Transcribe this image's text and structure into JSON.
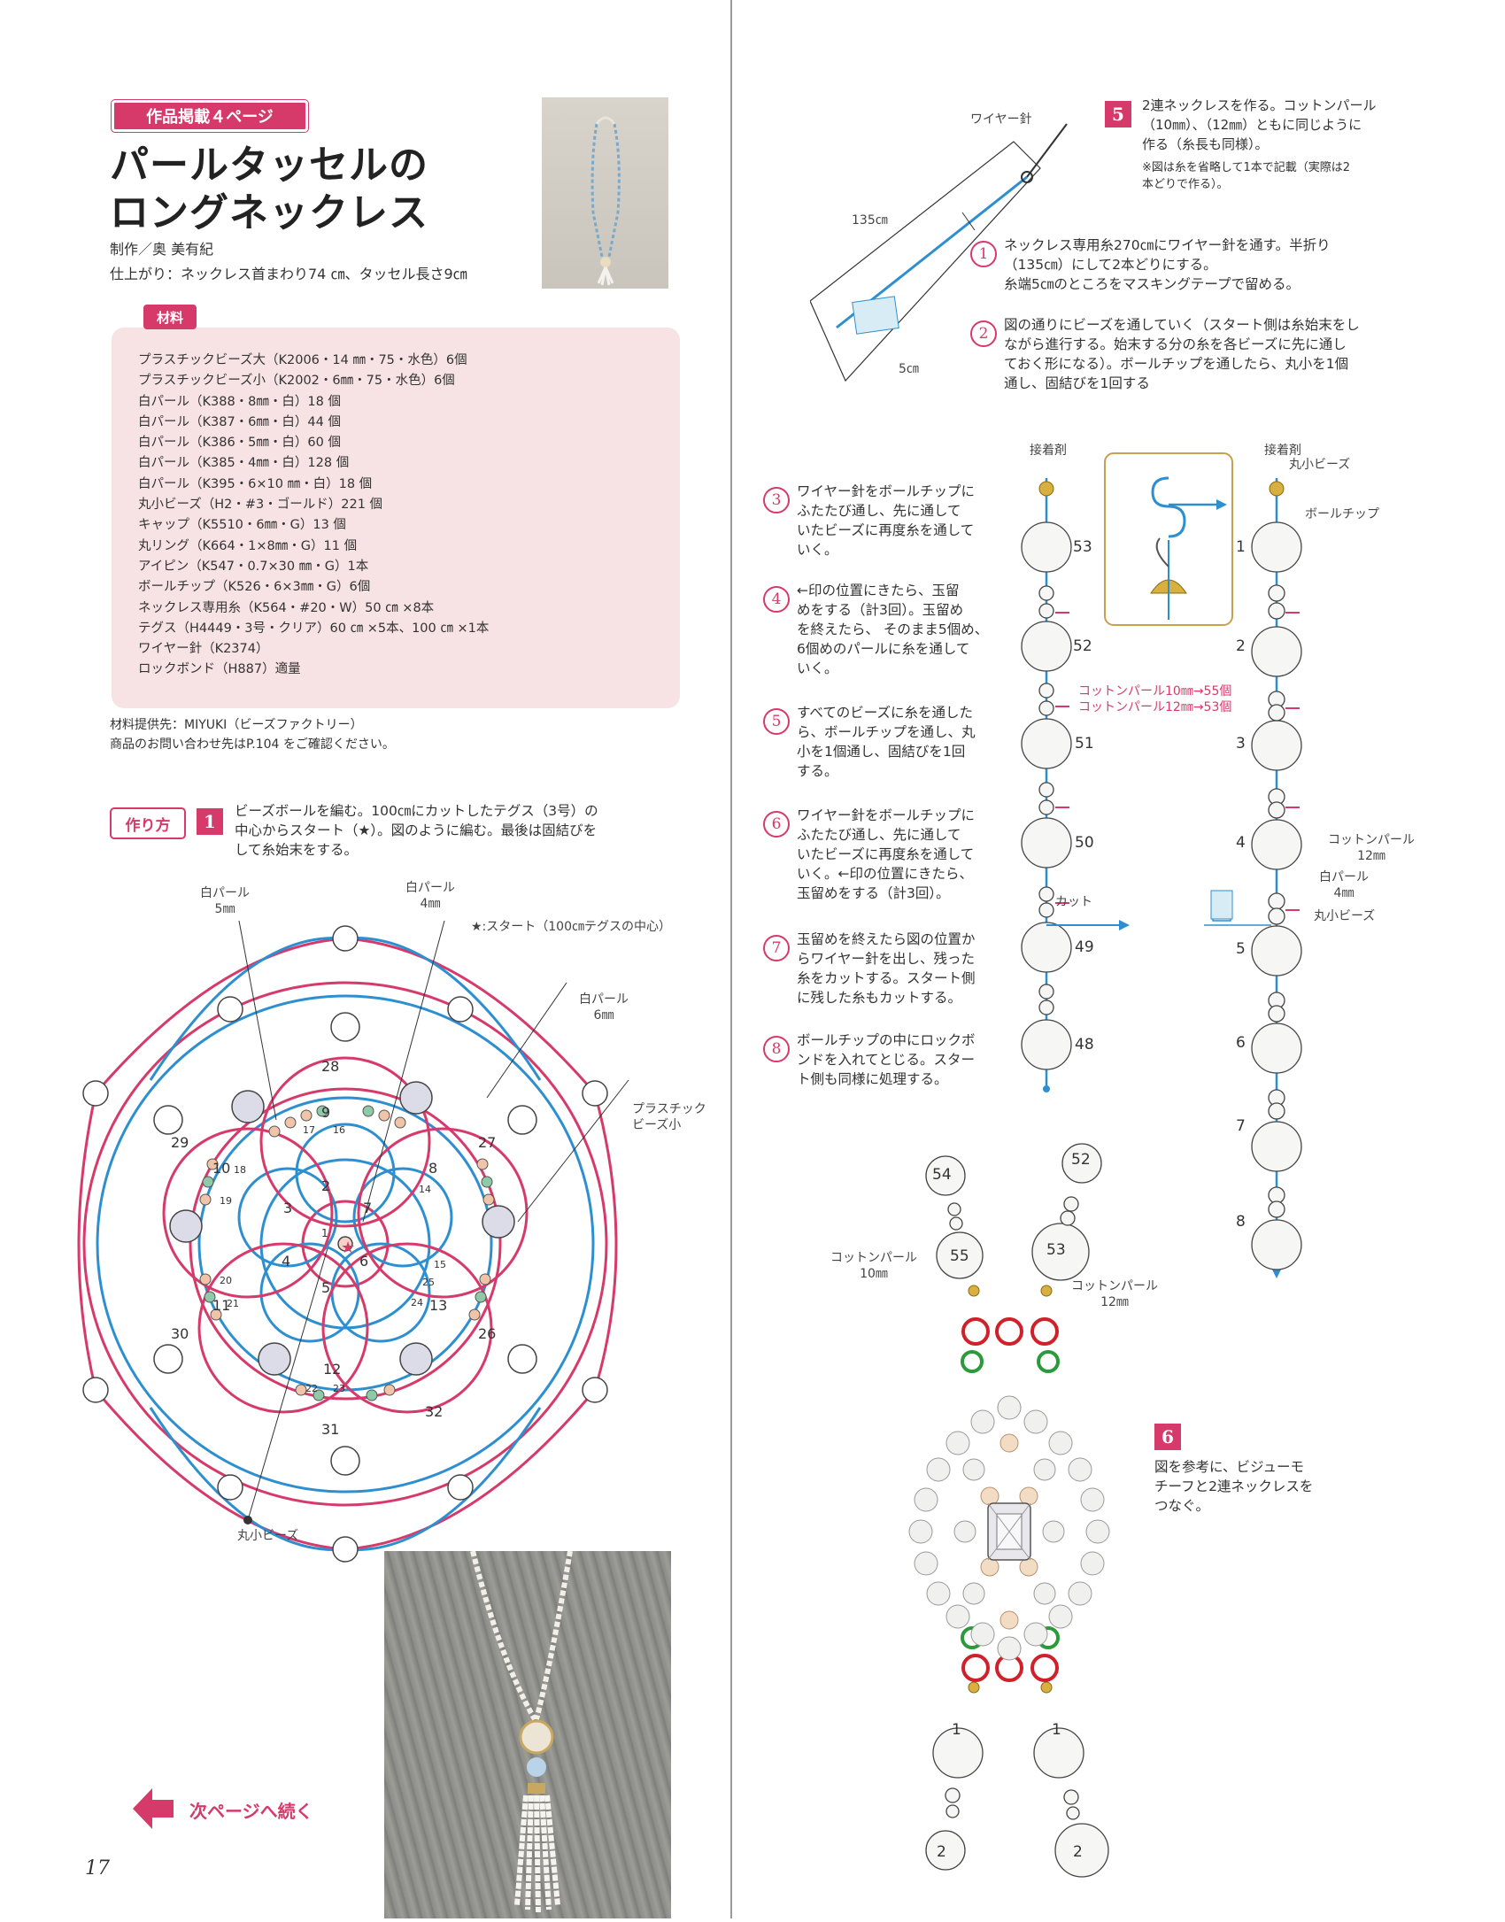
{
  "header": {
    "tag": "作品掲載４ページ",
    "title_line1": "パールタッセルの",
    "title_line2": "ロングネックレス",
    "credit": "制作／奥 美有紀",
    "finish": "仕上がり：ネックレス首まわり74 ㎝、タッセル長さ9㎝"
  },
  "materials": {
    "label": "材料",
    "items": [
      "プラスチックビーズ大（K2006・14 ㎜・75・水色）6個",
      "プラスチックビーズ小（K2002・6㎜・75・水色）6個",
      "白パール（K388・8㎜・白）18 個",
      "白パール（K387・6㎜・白）44 個",
      "白パール（K386・5㎜・白）60 個",
      "白パール（K385・4㎜・白）128 個",
      "白パール（K395・6×10 ㎜・白）18 個",
      "丸小ビーズ（H2・#3・ゴールド）221 個",
      "キャップ（K5510・6㎜・G）13 個",
      "丸リング（K664・1×8㎜・G）11 個",
      "アイピン（K547・0.7×30 ㎜・G）1本",
      "ボールチップ（K526・6×3㎜・G）6個",
      "ネックレス専用糸（K564・#20・W）50 ㎝ ×8本",
      "テグス（H4449・3号・クリア）60 ㎝ ×5本、100 ㎝ ×1本",
      "ワイヤー針（K2374）",
      "ロックボンド（H887）適量"
    ],
    "supplier": "材料提供先：MIYUKI（ビーズファクトリー）",
    "inquiry": "商品のお問い合わせ先はP.104 をご確認ください。"
  },
  "howto": {
    "label": "作り方",
    "step1_num": "1",
    "step1_line1": "ビーズボールを編む。100㎝にカットしたテグス（3号）の",
    "step1_line2": "中心からスタート（★）。図のように編む。最後は固結びを",
    "step1_line3": "して糸始末をする。"
  },
  "ball_diagram": {
    "label_pearl5": [
      "白パール",
      "5㎜"
    ],
    "label_pearl4": [
      "白パール",
      "4㎜"
    ],
    "label_start": "★:スタート（100㎝テグスの中心）",
    "label_pearl6": [
      "白パール",
      "6㎜"
    ],
    "label_plastic": [
      "プラスチック",
      "ビーズ小"
    ],
    "label_maru": "丸小ビーズ",
    "numbers": [
      "1",
      "2",
      "3",
      "4",
      "5",
      "6",
      "7",
      "8",
      "9",
      "10",
      "11",
      "12",
      "13",
      "14",
      "15",
      "16",
      "17",
      "18",
      "19",
      "20",
      "21",
      "22",
      "23",
      "24",
      "25",
      "26",
      "27",
      "28",
      "29",
      "30",
      "31",
      "32"
    ]
  },
  "nav": {
    "next": "次ページへ続く",
    "page": "17"
  },
  "right": {
    "step5_num": "5",
    "step5_line1": "2連ネックレスを作る。コットンパール",
    "step5_line2": "（10㎜）、（12㎜）ともに同じように",
    "step5_line3": "作る（糸長も同様）。",
    "step5_note1": "※図は糸を省略して1本で記載（実際は2",
    "step5_note2": "本どりで作る）。",
    "needle_label": "ワイヤー針",
    "len135": "135㎝",
    "len5": "5㎝",
    "sub1": [
      "ネックレス専用糸270㎝にワイヤー針を通す。半折り",
      "（135㎝）にして2本どりにする。",
      "糸端5㎝のところをマスキングテープで留める。"
    ],
    "sub2": [
      "図の通りにビーズを通していく（スタート側は糸始末をし",
      "ながら進行する。始末する分の糸を各ビーズに先に通し",
      "ておく形になる）。ボールチップを通したら、丸小を1個",
      "通し、固結びを1回する"
    ],
    "sub3": [
      "ワイヤー針をボールチップに",
      "ふたたび通し、先に通して",
      "いたビーズに再度糸を通して",
      "いく。"
    ],
    "sub4": [
      "←印の位置にきたら、玉留",
      "めをする（計3回）。玉留め",
      "を終えたら、 そのまま5個め、",
      "6個めのパールに糸を通して",
      "いく。"
    ],
    "sub5": [
      "すべてのビーズに糸を通した",
      "ら、ボールチップを通し、丸",
      "小を1個通し、固結びを1回",
      "する。"
    ],
    "sub6": [
      "ワイヤー針をボールチップに",
      "ふたたび通し、先に通して",
      "いたビーズに再度糸を通して",
      "いく。←印の位置にきたら、",
      "玉留めをする（計3回）。"
    ],
    "sub7": [
      "玉留めを終えたら図の位置か",
      "らワイヤー針を出し、残った",
      "糸をカットする。スタート側",
      "に残した糸もカットする。"
    ],
    "sub8": [
      "ボールチップの中にロックボ",
      "ンドを入れてとじる。スター",
      "ト側も同様に処理する。"
    ],
    "sub_nums": [
      "1",
      "2",
      "3",
      "4",
      "5",
      "6",
      "7",
      "8"
    ],
    "glue_left": "接着剤",
    "glue_right": "接着剤",
    "maru_right": "丸小ビーズ",
    "ballchip": "ボールチップ",
    "cotton_note1": "コットンパール10㎜→55個",
    "cotton_note2": "コットンパール12㎜→53個",
    "cut": "カット",
    "left_nums": [
      "53",
      "52",
      "51",
      "50",
      "49",
      "48"
    ],
    "right_nums": [
      "1",
      "2",
      "3",
      "4",
      "5",
      "6",
      "7",
      "8"
    ],
    "cotton12": [
      "コットンパール",
      "12㎜"
    ],
    "pearl4": [
      "白パール",
      "4㎜"
    ],
    "maru_small": "丸小ビーズ",
    "bottom_cotton10": [
      "コットンパール",
      "10㎜"
    ],
    "bottom_cotton12": [
      "コットンパール",
      "12㎜"
    ],
    "bottom_nums": [
      "54",
      "52",
      "55",
      "53",
      "1",
      "1",
      "2",
      "2"
    ],
    "step6_num": "6",
    "step6": [
      "図を参考に、ビジューモ",
      "チーフと2連ネックレスを",
      "つなぐ。"
    ]
  }
}
